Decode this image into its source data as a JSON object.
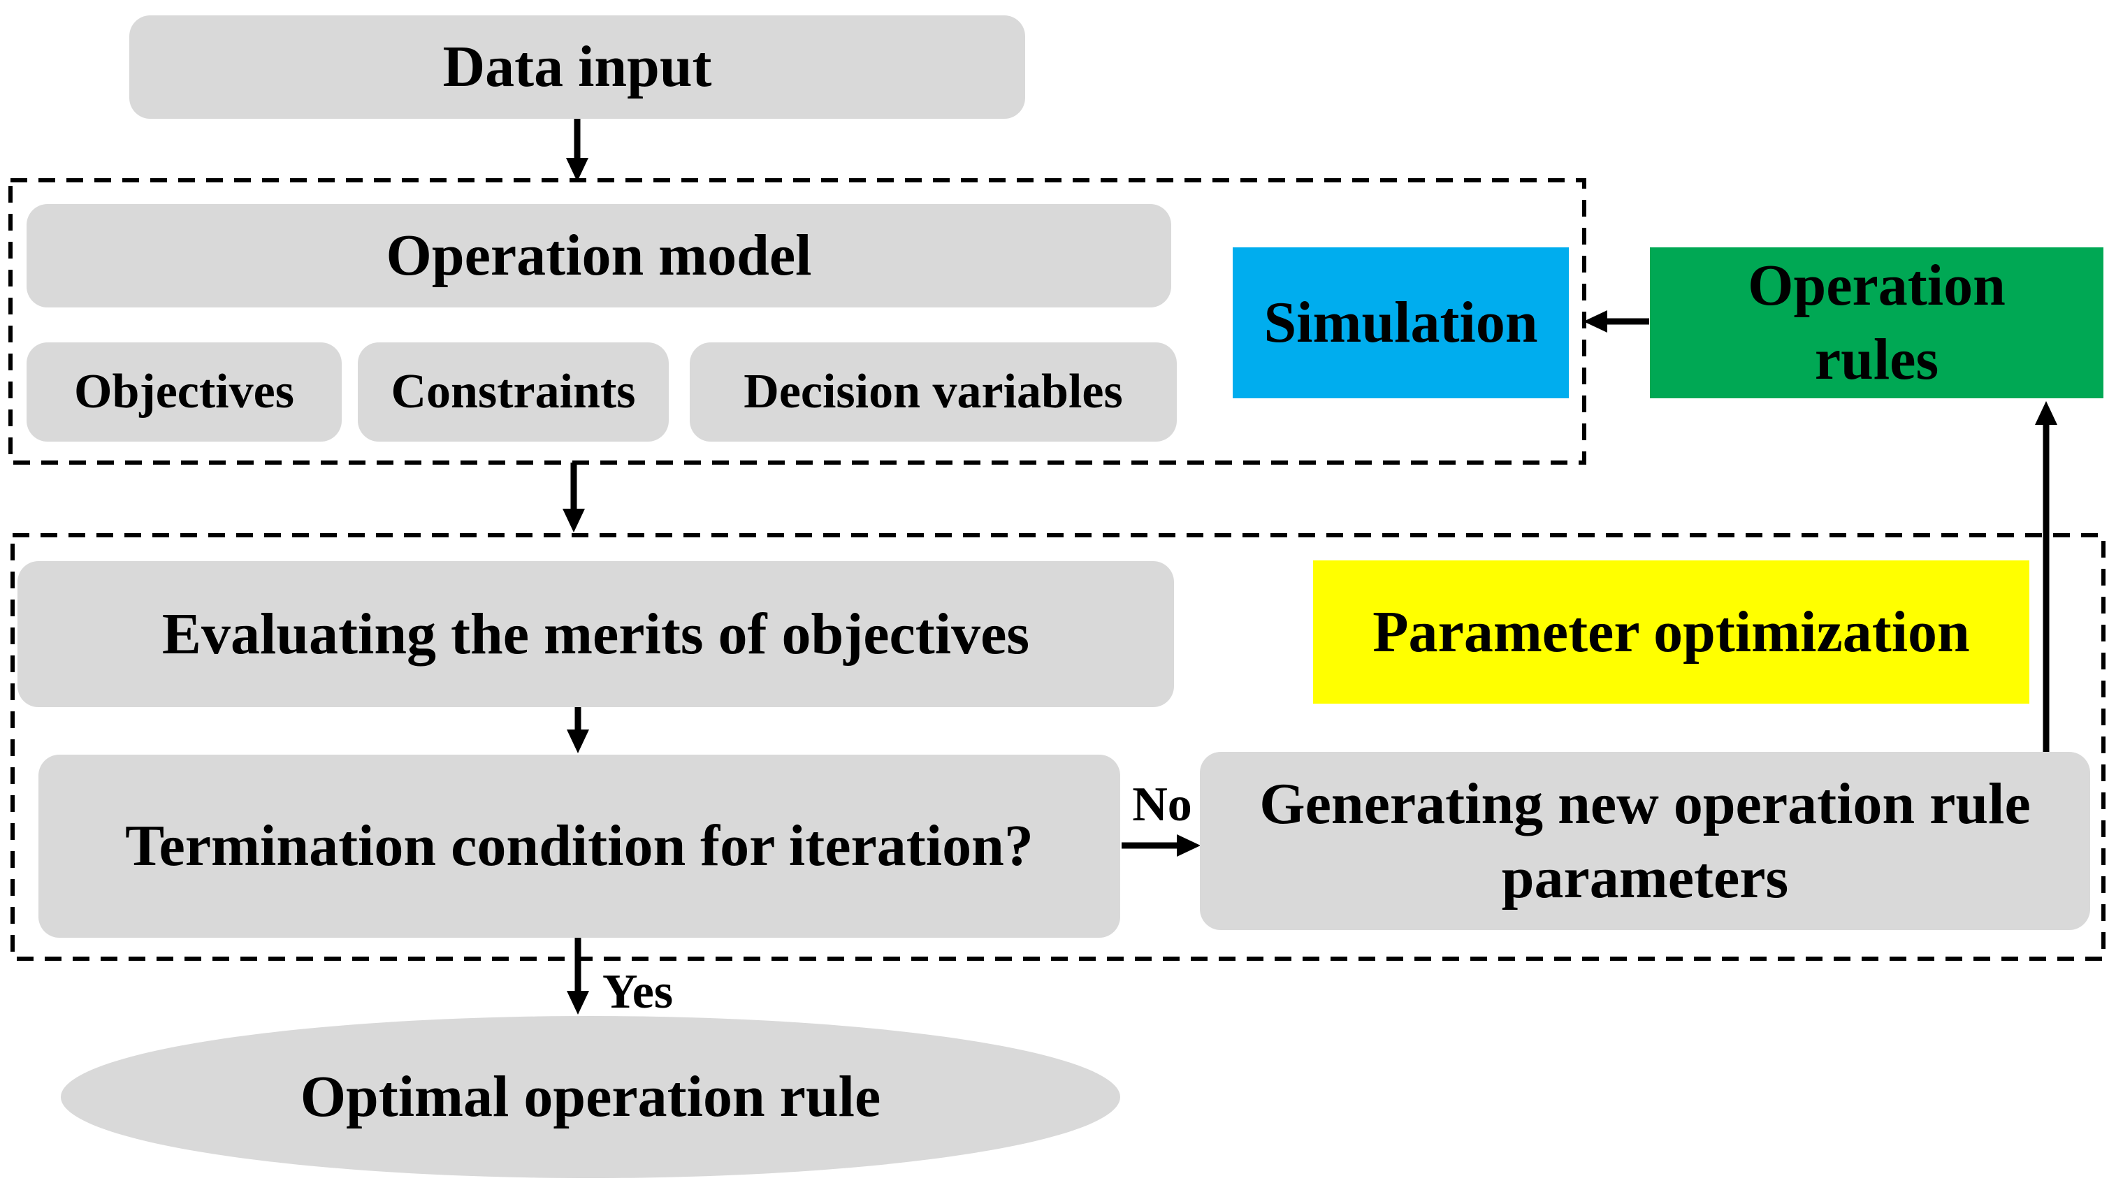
{
  "nodes": {
    "data_input": {
      "label": "Data input",
      "fill": "#D9D9D9"
    },
    "operation_model": {
      "label": "Operation model",
      "fill": "#D9D9D9"
    },
    "objectives": {
      "label": "Objectives",
      "fill": "#D9D9D9"
    },
    "constraints": {
      "label": "Constraints",
      "fill": "#D9D9D9"
    },
    "decision_variables": {
      "label": "Decision variables",
      "fill": "#D9D9D9"
    },
    "simulation": {
      "label": "Simulation",
      "fill": "#00ADEE"
    },
    "operation_rules": {
      "label": "Operation rules",
      "fill": "#00A854"
    },
    "evaluating": {
      "label": "Evaluating the merits of objectives",
      "fill": "#D9D9D9"
    },
    "parameter_optimization": {
      "label": "Parameter optimization",
      "fill": "#FFFF00"
    },
    "termination": {
      "label": "Termination condition for iteration?",
      "fill": "#D9D9D9"
    },
    "generating": {
      "label": "Generating new operation rule parameters",
      "fill": "#D9D9D9"
    },
    "optimal": {
      "label": "Optimal operation rule",
      "fill": "#D9D9D9"
    }
  },
  "edges": {
    "yes_label": "Yes",
    "no_label": "No"
  },
  "colors": {
    "node_gray": "#D9D9D9",
    "simulation_blue": "#00ADEE",
    "operation_rules_green": "#00A854",
    "parameter_optimization_yellow": "#FFFF00",
    "line_black": "#000000",
    "background": "#FFFFFF"
  }
}
